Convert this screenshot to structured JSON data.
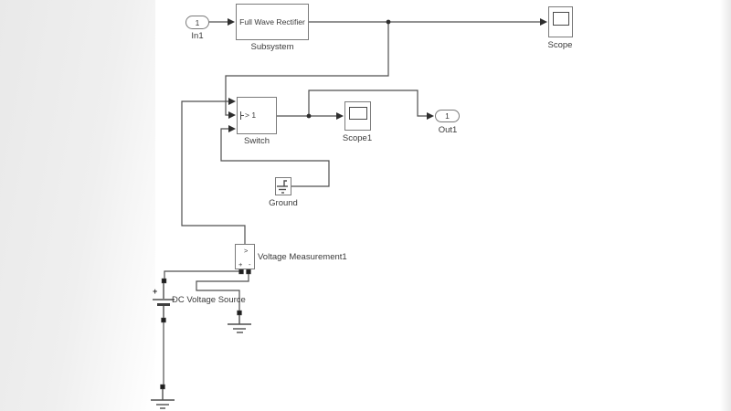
{
  "diagram": {
    "app": "Simulink model canvas",
    "blocks": {
      "in1": {
        "port_number": "1",
        "label": "In1"
      },
      "subsystem": {
        "text": "Full Wave Rectifier",
        "label": "Subsystem"
      },
      "scope": {
        "label": "Scope"
      },
      "switch": {
        "criteria": "> 1",
        "label": "Switch"
      },
      "scope1": {
        "label": "Scope1"
      },
      "out1": {
        "port_number": "1",
        "label": "Out1"
      },
      "ground": {
        "label": "Ground"
      },
      "voltage_measurement": {
        "label": "Voltage Measurement1",
        "output_marker": ">",
        "plus": "+",
        "minus": "-"
      },
      "dc_source": {
        "label": "DC Voltage Source",
        "plus": "+"
      }
    },
    "colors": {
      "wire": "#4f4f4f",
      "block_border": "#7b7b7b",
      "text": "#3a3a3a",
      "canvas": "#ffffff",
      "margin": "#e9e9e9"
    }
  }
}
